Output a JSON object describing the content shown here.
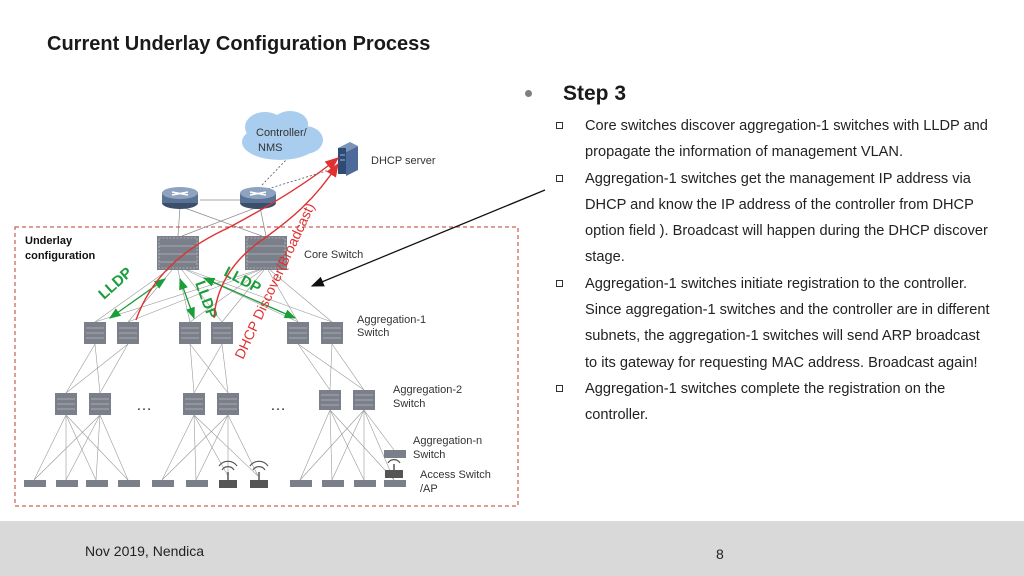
{
  "title": "Current Underlay Configuration Process",
  "step": {
    "heading": "Step 3",
    "bullets": [
      "Core switches discover aggregation-1 switches with LLDP and propagate the information of management VLAN.",
      "Aggregation-1 switches get the management IP address via DHCP and know the IP address of the controller from DHCP option field ). Broadcast will happen during the DHCP discover stage.",
      "Aggregation-1 switches initiate registration to the controller. Since aggregation-1 switches and the controller are in different subnets, the aggregation-1 switches will send ARP broadcast to its gateway for requesting MAC address. Broadcast again!",
      "Aggregation-1 switches complete the registration on the controller."
    ]
  },
  "diagram": {
    "controller_label": [
      "Controller/",
      "NMS"
    ],
    "dhcp_server_label": "DHCP server",
    "underlay_label": [
      "Underlay",
      "configuration"
    ],
    "core_switch_label": "Core Switch",
    "agg1_label": [
      "Aggregation-1",
      "Switch"
    ],
    "agg2_label": [
      "Aggregation-2",
      "Switch"
    ],
    "aggn_label": [
      "Aggregation-n",
      "Switch"
    ],
    "access_label": [
      "Access Switch",
      "/AP"
    ],
    "lldp_text": "LLDP",
    "dhcp_text": "DHCP Discover(Broadcast)",
    "ellipsis": "…",
    "colors": {
      "lldp": "#1a9e3a",
      "dhcp": "#e03030",
      "underlay_border": "#c0392b",
      "cloud": "#a9cdee"
    }
  },
  "footer": {
    "left": "Nov 2019, Nendica",
    "page": "8"
  }
}
